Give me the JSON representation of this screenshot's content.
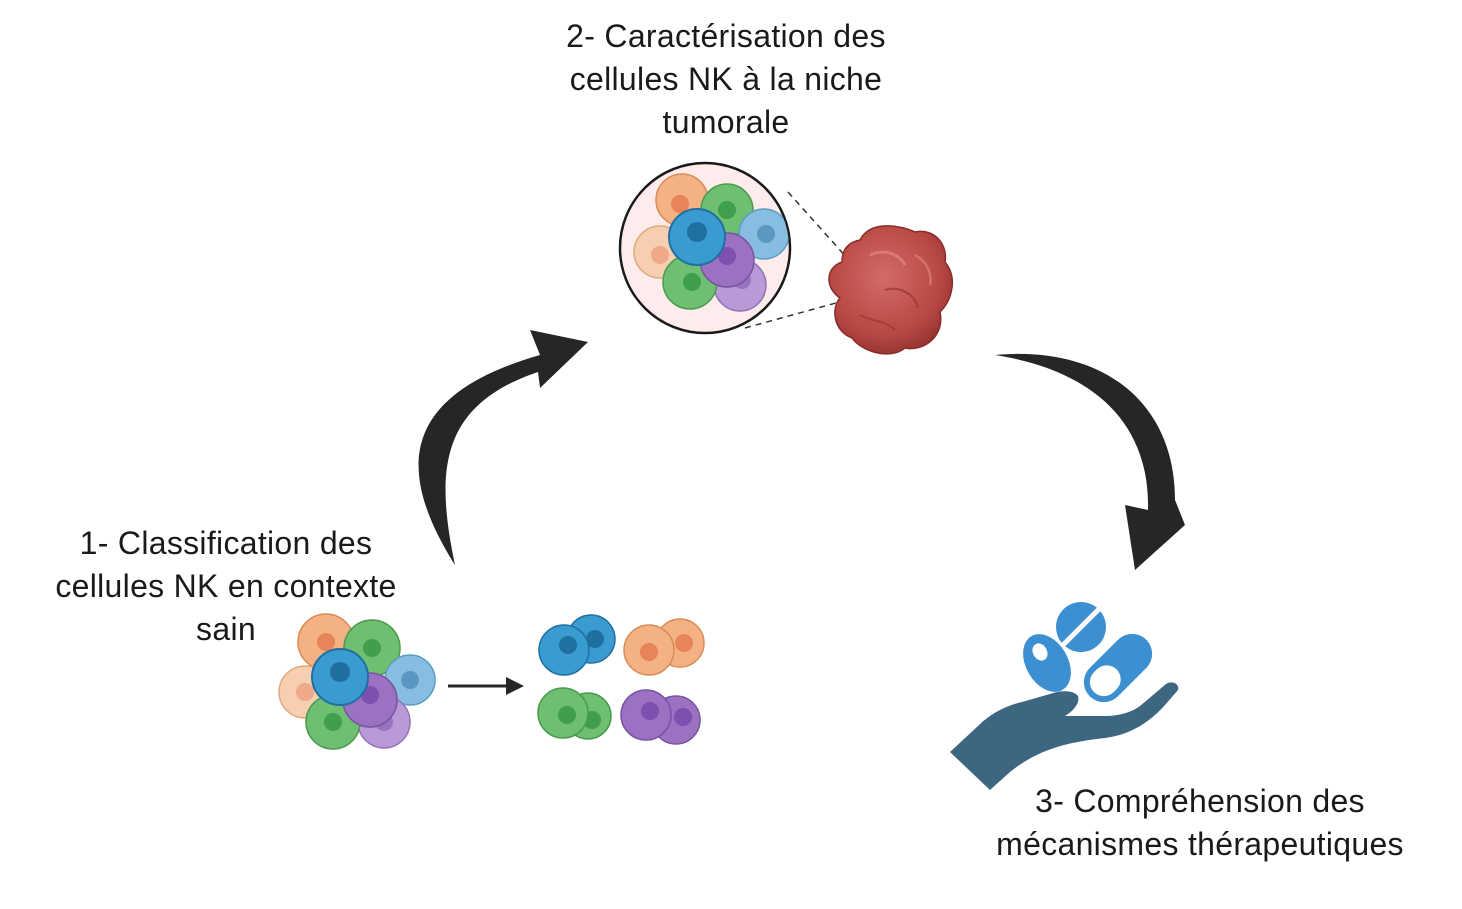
{
  "steps": [
    {
      "id": "step1",
      "lines": [
        "1- Classification des",
        "cellules NK en contexte",
        "sain"
      ]
    },
    {
      "id": "step2",
      "lines": [
        "2- Caractérisation des",
        "cellules NK à la niche",
        "tumorale"
      ]
    },
    {
      "id": "step3",
      "lines": [
        "3- Compréhension des",
        "mécanismes thérapeutiques"
      ]
    }
  ],
  "icons": {
    "healthy_cluster": "mixed-nk-cell-cluster-icon",
    "sorted_cells": "sorted-nk-cell-groups-icon",
    "tumor_zoom": "tumor-microenvironment-zoom-icon",
    "tumor": "tumor-mass-icon",
    "therapy": "hand-holding-pills-icon"
  },
  "colors": {
    "arrow": "#262626",
    "orange_cell": "#f4b183",
    "green_cell": "#6fbf73",
    "blue_cell": "#3a9bd1",
    "light_blue_cell": "#86bde0",
    "purple_cell": "#9b72c2",
    "tumor": "#c0504d",
    "hand": "#3d6680",
    "pill": "#3c8fd1"
  }
}
